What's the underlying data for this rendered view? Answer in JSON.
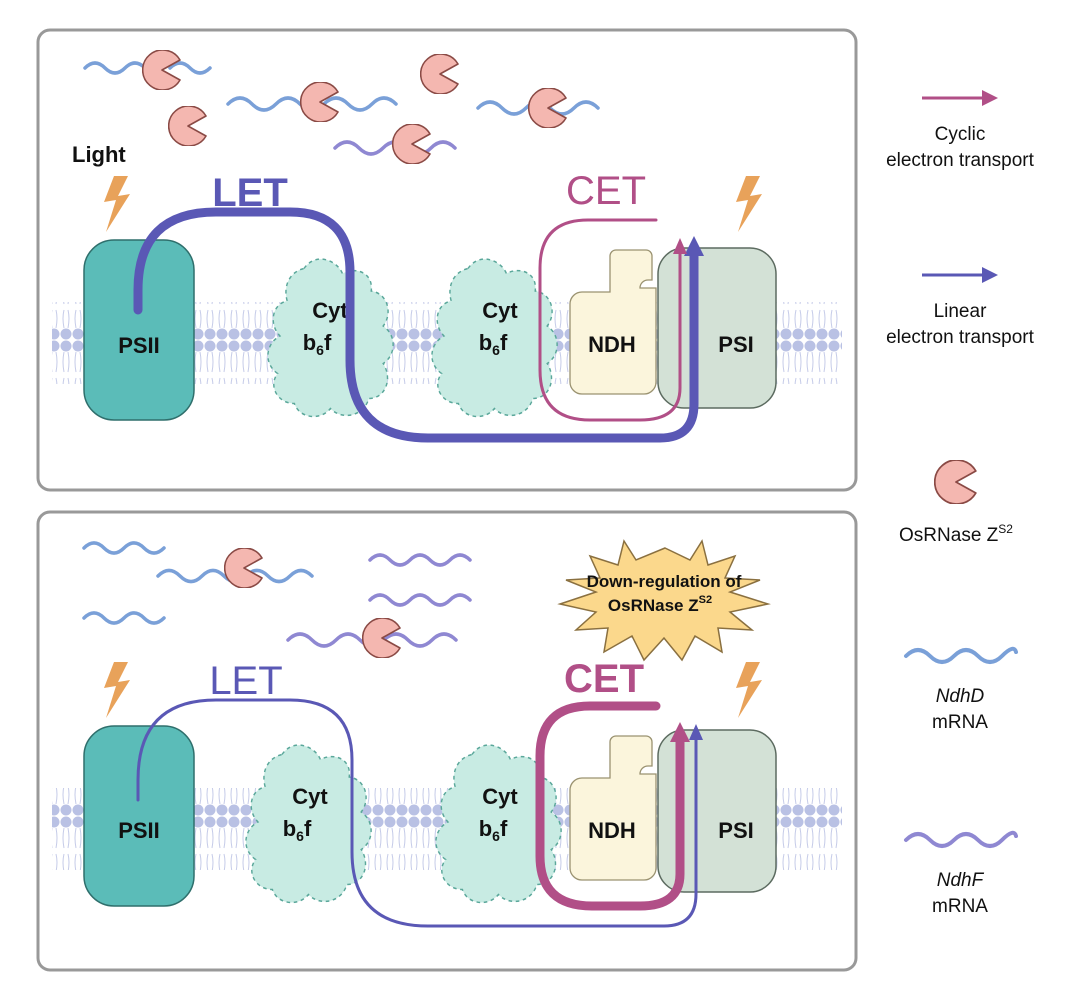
{
  "colors": {
    "let": "#5a58b5",
    "cet": "#b14f87",
    "psii_fill": "#5bbcb8",
    "psi_fill": "#d3e1d6",
    "cyt_fill": "#c8ebe3",
    "ndh_fill": "#fbf5dc",
    "membrane": "#b9c1e4",
    "lightning": "#e8a25a",
    "rnase": "#f4b7b0",
    "ndhd_mrna": "#7aa0d8",
    "ndhf_mrna": "#8f88d2",
    "burst": "#fbd88c"
  },
  "top_panel": {
    "light_label": "Light",
    "let_label": "LET",
    "cet_label": "CET",
    "psii_label": "PSII",
    "cyt1_label": "Cyt",
    "cyt1_sub": "b",
    "cyt1_subscript": "6",
    "cyt1_tail": "f",
    "cyt2_label": "Cyt",
    "cyt2_sub": "b",
    "cyt2_subscript": "6",
    "cyt2_tail": "f",
    "ndh_label": "NDH",
    "psi_label": "PSI"
  },
  "bottom_panel": {
    "let_label": "LET",
    "cet_label": "CET",
    "callout_line1": "Down-regulation of",
    "callout_line2": "OsRNase Z",
    "callout_sup": "S2",
    "psii_label": "PSII",
    "cyt1_label": "Cyt",
    "cyt1_sub": "b",
    "cyt1_subscript": "6",
    "cyt1_tail": "f",
    "cyt2_label": "Cyt",
    "cyt2_sub": "b",
    "cyt2_subscript": "6",
    "cyt2_tail": "f",
    "ndh_label": "NDH",
    "psi_label": "PSI"
  },
  "legend": {
    "cyclic_line1": "Cyclic",
    "cyclic_line2": "electron transport",
    "linear_line1": "Linear",
    "linear_line2": "electron transport",
    "rnase_label": "OsRNase Z",
    "rnase_sup": "S2",
    "ndhd_name": "NdhD",
    "ndhd_type": "mRNA",
    "ndhf_name": "NdhF",
    "ndhf_type": "mRNA"
  }
}
